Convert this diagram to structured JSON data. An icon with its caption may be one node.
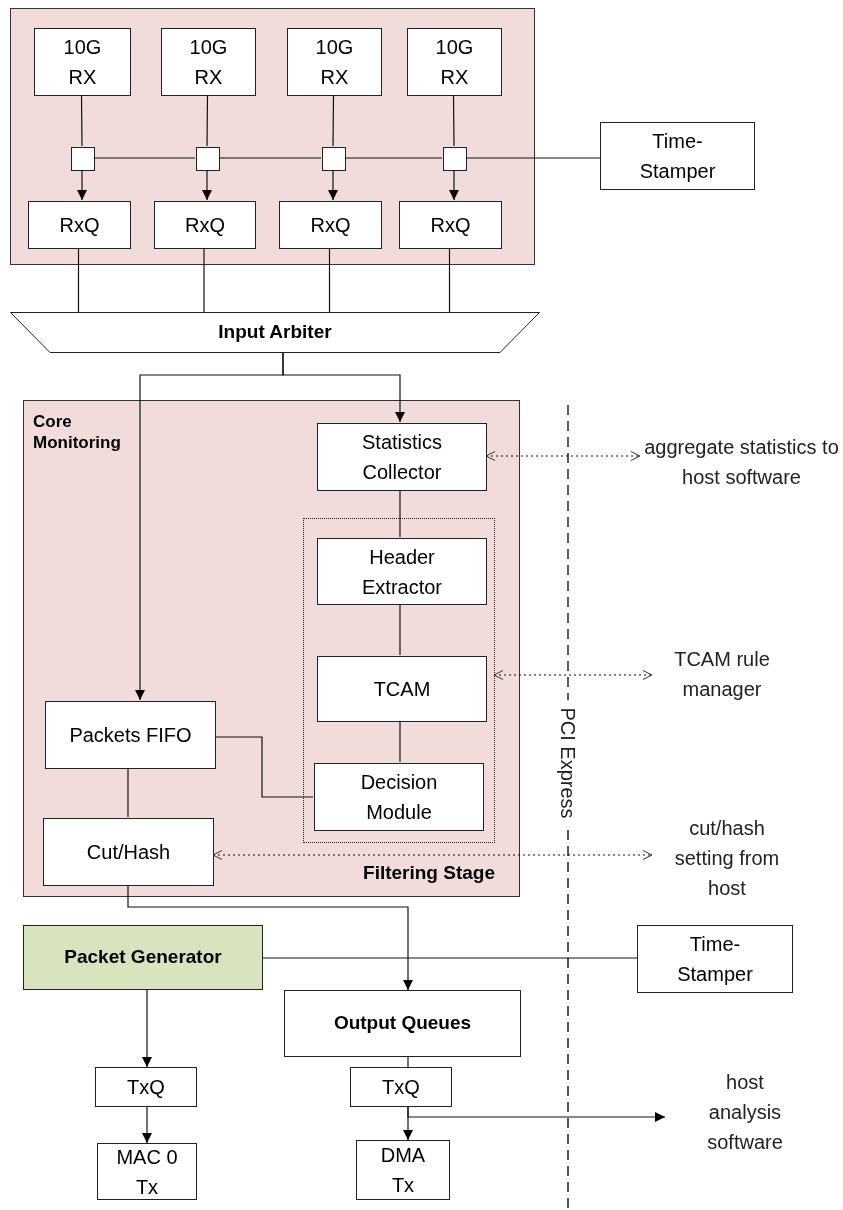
{
  "diagram": {
    "nodes": [
      {
        "text": [],
        "shape": "box"
      },
      {
        "text": [
          "10G RX"
        ],
        "in": 0
      },
      {
        "text": [
          "10G RX"
        ],
        "in": 0
      },
      {
        "text": [
          "10G RX"
        ],
        "in": 0
      },
      {
        "text": [
          "10G RX"
        ],
        "in": 0
      },
      {
        "text": [],
        "shape": "box",
        "in": 0
      },
      {
        "text": [],
        "shape": "box",
        "in": 0
      },
      {
        "text": [],
        "shape": "box",
        "in": 0
      },
      {
        "text": [],
        "shape": "box",
        "in": 0
      },
      {
        "text": [
          "RxQ"
        ],
        "in": 0
      },
      {
        "text": [
          "RxQ"
        ],
        "in": 0
      },
      {
        "text": [
          "RxQ"
        ],
        "in": 0
      },
      {
        "text": [
          "RxQ"
        ],
        "in": 0
      },
      {
        "text": [
          "Time-Stamper"
        ]
      },
      {
        "text": [
          "Input Arbiter"
        ]
      },
      {
        "text": [
          "Core Monitoring"
        ]
      },
      {
        "text": [
          "Statistics Collector"
        ],
        "in": 15
      },
      {
        "text": [
          "Filtering Stage"
        ],
        "in": 15
      },
      {
        "text": [
          "Header Extractor"
        ],
        "in": 17
      },
      {
        "text": [
          "TCAM"
        ],
        "in": 17
      },
      {
        "text": [
          "Decision Module"
        ],
        "in": 17
      },
      {
        "text": [
          "Packets FIFO"
        ],
        "in": 15
      },
      {
        "text": [
          "Cut/Hash"
        ],
        "in": 15
      },
      {
        "text": [
          "aggregate statistics to host software"
        ]
      },
      {
        "text": [
          "TCAM rule manager"
        ]
      },
      {
        "text": [
          "cut/hash setting from host"
        ]
      },
      {
        "text": [
          "Packet Generator"
        ]
      },
      {
        "text": [
          "Time-Stamper"
        ]
      },
      {
        "text": [
          "Output Queues"
        ]
      },
      {
        "text": [
          "TxQ"
        ]
      },
      {
        "text": [
          "MAC 0 Tx"
        ]
      },
      {
        "text": [
          "TxQ"
        ]
      },
      {
        "text": [
          "DMA Tx"
        ]
      },
      {
        "text": [
          "host analysis software"
        ]
      }
    ],
    "edges": [
      {
        "from": 1,
        "to": 5,
        "arrow": "none"
      },
      {
        "from": 2,
        "to": 6,
        "arrow": "none"
      },
      {
        "from": 3,
        "to": 7,
        "arrow": "none"
      },
      {
        "from": 4,
        "to": 8,
        "arrow": "none"
      },
      {
        "from": 5,
        "to": 9,
        "arrow": "to"
      },
      {
        "from": 6,
        "to": 10,
        "arrow": "to"
      },
      {
        "from": 7,
        "to": 11,
        "arrow": "to"
      },
      {
        "from": 8,
        "to": 12,
        "arrow": "to"
      },
      {
        "from": 5,
        "to": 6,
        "arrow": "none"
      },
      {
        "from": 6,
        "to": 7,
        "arrow": "none"
      },
      {
        "from": 7,
        "to": 8,
        "arrow": "none"
      },
      {
        "from": 8,
        "to": 13,
        "arrow": "none"
      },
      {
        "from": 9,
        "to": 14,
        "arrow": "none"
      },
      {
        "from": 10,
        "to": 14,
        "arrow": "none"
      },
      {
        "from": 11,
        "to": 14,
        "arrow": "none"
      },
      {
        "from": 12,
        "to": 14,
        "arrow": "none"
      },
      {
        "from": 14,
        "to": 16,
        "arrow": "to"
      },
      {
        "from": 14,
        "to": 21,
        "arrow": "to"
      },
      {
        "from": 16,
        "to": 18,
        "arrow": "none"
      },
      {
        "from": 18,
        "to": 19,
        "arrow": "none"
      },
      {
        "from": 19,
        "to": 20,
        "arrow": "none"
      },
      {
        "from": 21,
        "to": 20,
        "arrow": "none"
      },
      {
        "from": 21,
        "to": 22,
        "arrow": "none"
      },
      {
        "from": 16,
        "to": 23,
        "arrow": "both",
        "style": "dashed"
      },
      {
        "from": 17,
        "to": 24,
        "arrow": "both",
        "style": "dashed"
      },
      {
        "from": 22,
        "to": 25,
        "arrow": "both",
        "style": "dashed"
      },
      {
        "from": 22,
        "to": 28,
        "arrow": "to"
      },
      {
        "from": 26,
        "to": 27,
        "arrow": "none"
      },
      {
        "from": 26,
        "to": 29,
        "arrow": "to"
      },
      {
        "from": 29,
        "to": 30,
        "arrow": "to"
      },
      {
        "from": 28,
        "to": 31,
        "arrow": "none"
      },
      {
        "from": 31,
        "to": 32,
        "arrow": "to"
      },
      {
        "from": 31,
        "to": 33,
        "arrow": "to"
      }
    ],
    "labels": [
      "PCI Express"
    ]
  }
}
